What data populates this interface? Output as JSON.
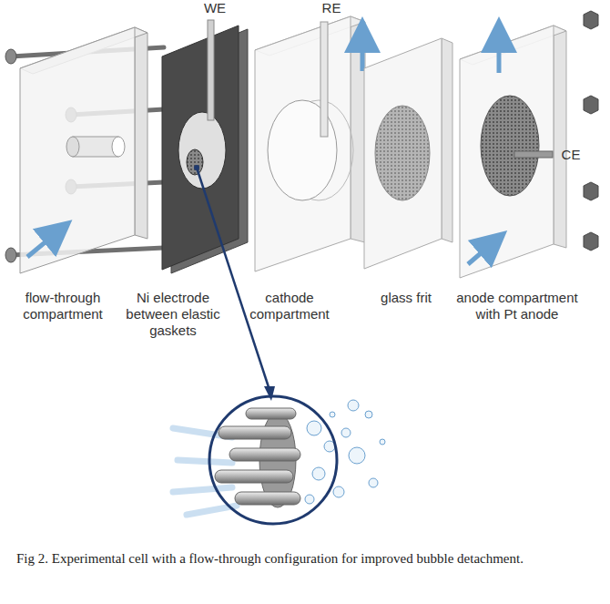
{
  "diagram": {
    "caption": "Fig 2. Experimental cell with a flow-through configuration for improved bubble detachment.",
    "labels": [
      "WE",
      "RE",
      "CE",
      "flow-through compartment",
      "Ni electrode between elastic gaskets",
      "cathode compartment",
      "glass frit",
      "anode compartment with Pt anode"
    ]
  }
}
